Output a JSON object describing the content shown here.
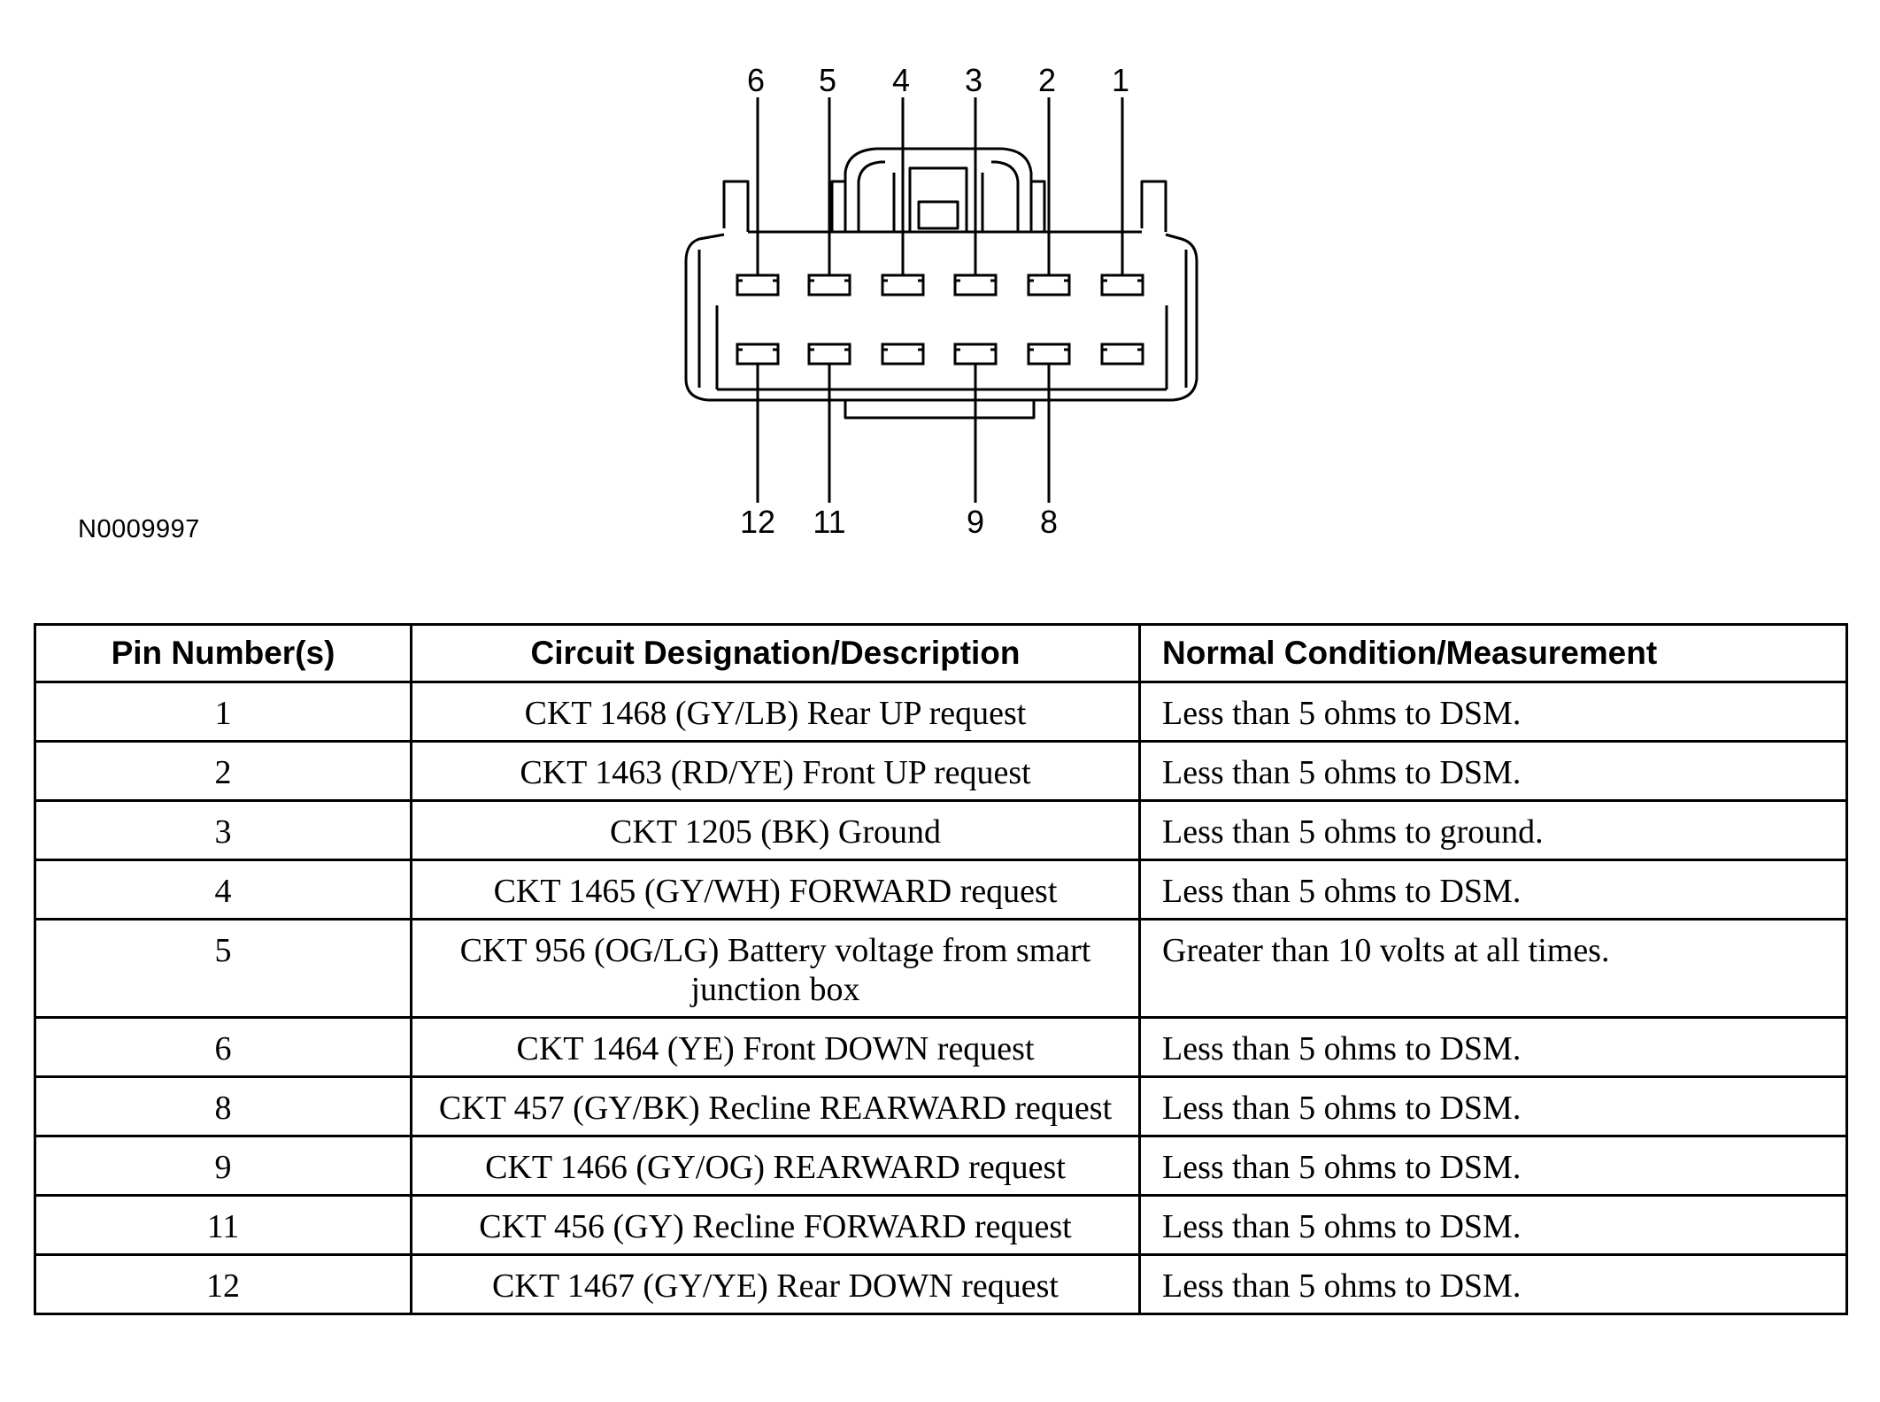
{
  "figure_id": "N0009997",
  "connector": {
    "top_pin_labels": [
      "6",
      "5",
      "4",
      "3",
      "2",
      "1"
    ],
    "bottom_pin_labels": [
      "12",
      "11",
      "9",
      "8"
    ]
  },
  "table": {
    "headers": {
      "pin": "Pin Number(s)",
      "circuit": "Circuit Designation/Description",
      "condition": "Normal Condition/Measurement"
    },
    "rows": [
      {
        "pin": "1",
        "circuit": "CKT 1468 (GY/LB) Rear UP request",
        "condition": "Less than 5 ohms to DSM."
      },
      {
        "pin": "2",
        "circuit": "CKT 1463 (RD/YE) Front UP request",
        "condition": "Less than 5 ohms to DSM."
      },
      {
        "pin": "3",
        "circuit": "CKT 1205 (BK) Ground",
        "condition": "Less than 5 ohms to ground."
      },
      {
        "pin": "4",
        "circuit": "CKT 1465 (GY/WH) FORWARD request",
        "condition": "Less than 5 ohms to DSM."
      },
      {
        "pin": "5",
        "circuit": "CKT 956 (OG/LG) Battery voltage from smart junction box",
        "condition": "Greater than 10 volts at all times."
      },
      {
        "pin": "6",
        "circuit": "CKT 1464 (YE) Front DOWN request",
        "condition": "Less than 5 ohms to DSM."
      },
      {
        "pin": "8",
        "circuit": "CKT 457 (GY/BK) Recline REARWARD request",
        "condition": "Less than 5 ohms to DSM."
      },
      {
        "pin": "9",
        "circuit": "CKT 1466 (GY/OG) REARWARD request",
        "condition": "Less than 5 ohms to DSM."
      },
      {
        "pin": "11",
        "circuit": "CKT 456 (GY) Recline FORWARD request",
        "condition": "Less than 5 ohms to DSM."
      },
      {
        "pin": "12",
        "circuit": "CKT 1467 (GY/YE) Rear DOWN request",
        "condition": "Less than 5 ohms to DSM."
      }
    ]
  }
}
